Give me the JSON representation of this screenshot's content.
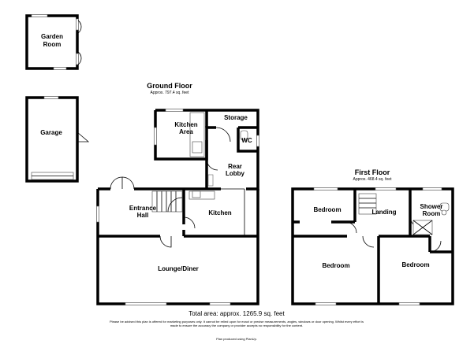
{
  "plan": {
    "ground_floor": {
      "title": "Ground Floor",
      "area": "Approx. 797.4 sq. feet",
      "rooms": {
        "kitchen_area": [
          "Kitchen",
          "Area"
        ],
        "storage": "Storage",
        "wc": "WC",
        "rear_lobby": [
          "Rear",
          "Lobby"
        ],
        "entrance_hall": [
          "Entrance",
          "Hall"
        ],
        "kitchen": "Kitchen",
        "lounge_diner": "Lounge/Diner"
      }
    },
    "first_floor": {
      "title": "First Floor",
      "area": "Approx. 468.4 sq. feet",
      "rooms": {
        "bedroom_top": "Bedroom",
        "landing": "Landing",
        "shower_room": [
          "Shower",
          "Room"
        ],
        "bedroom_left": "Bedroom",
        "bedroom_right": "Bedroom"
      }
    },
    "outbuildings": {
      "garden_room": [
        "Garden",
        "Room"
      ],
      "garage": "Garage"
    },
    "total_area": "Total area: approx. 1265.9 sq. feet",
    "disclaimer": [
      "Please be advised this plan is offered for marketing purposes only. It cannot be relied upon for exact or precise measurements, angles, windows or door opening. Whilst every effort is",
      "made to ensure the accuracy the company or provider accepts no responsibility for the content."
    ],
    "credit": "Plan produced using PlanUp."
  }
}
